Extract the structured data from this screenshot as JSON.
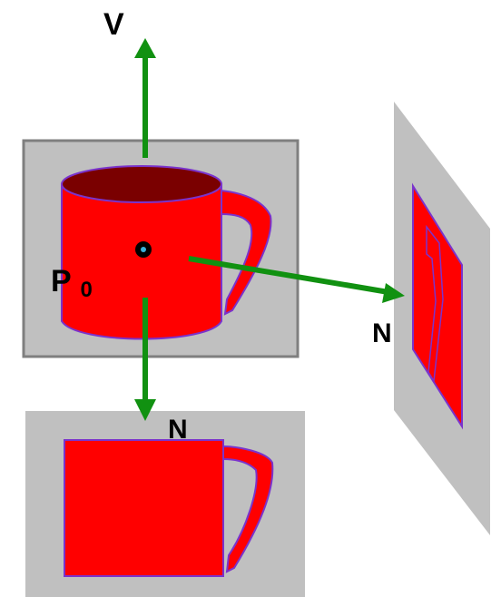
{
  "labels": {
    "v": "V",
    "p_main": "P",
    "p_sub": "0",
    "n_right": "N",
    "n_bottom": "N"
  },
  "colors": {
    "plane": "#c0c0c0",
    "plane_border": "#7f7f7f",
    "mug_body": "#ff0000",
    "mug_outline": "#7a33cc",
    "mug_interior": "#7a0000",
    "arrow": "#119111",
    "eye_ring": "#000000",
    "eye_pupil": "#39b0d9"
  }
}
